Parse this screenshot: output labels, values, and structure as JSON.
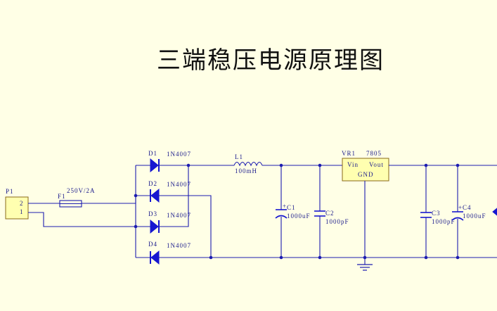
{
  "title": "三端稳压电源原理图",
  "connector": {
    "ref": "P1",
    "pin_top": "2",
    "pin_bottom": "1"
  },
  "fuse": {
    "ref": "F1",
    "value": "250V/2A"
  },
  "diodes": [
    {
      "ref": "D1",
      "value": "1N4007"
    },
    {
      "ref": "D2",
      "value": "1N4007"
    },
    {
      "ref": "D3",
      "value": "1N4007"
    },
    {
      "ref": "D4",
      "value": "1N4007"
    }
  ],
  "inductor": {
    "ref": "L1",
    "value": "100mH"
  },
  "c1": {
    "ref": "C1",
    "value": "1000uF"
  },
  "c2": {
    "ref": "C2",
    "value": "1000pF"
  },
  "regulator": {
    "ref": "VR1",
    "part": "7805",
    "vin": "Vin",
    "vout": "Vout",
    "gnd": "GND"
  },
  "c3": {
    "ref": "C3",
    "value": "1000pF"
  },
  "c4": {
    "ref": "C4",
    "value": "1000uF"
  },
  "colors": {
    "wire": "#1c1cb0",
    "component": "#1616d0",
    "background": "#ffffe6"
  }
}
